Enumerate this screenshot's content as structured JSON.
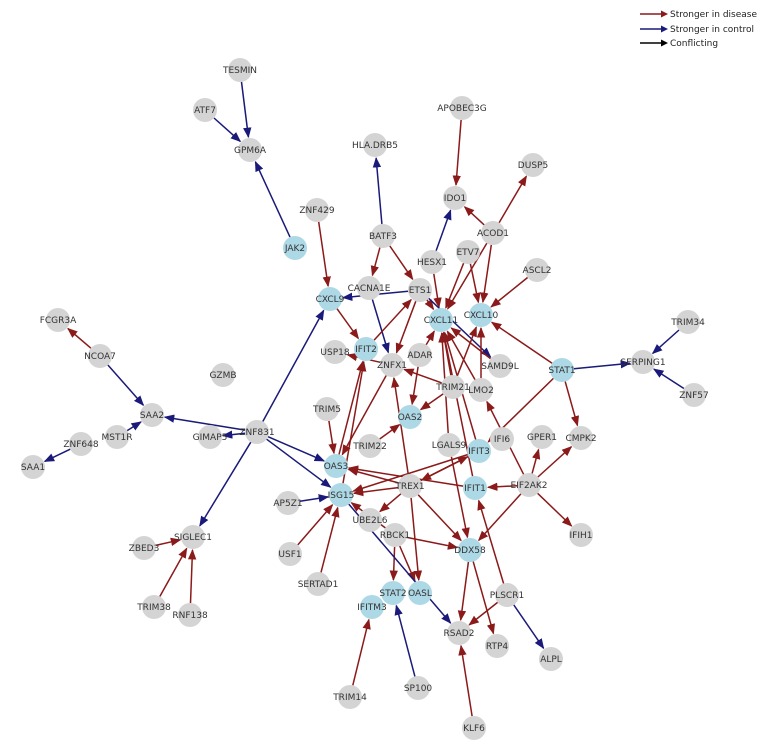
{
  "legend": [
    {
      "label": "Stronger in disease",
      "color": "#8b1a1a"
    },
    {
      "label": "Stronger in control",
      "color": "#1a1a7a"
    },
    {
      "label": "Conflicting",
      "color": "#000000"
    }
  ],
  "colors": {
    "disease": "#8b1a1a",
    "control": "#1a1a7a",
    "conflicting": "#000000",
    "node_default": "#d4d4d4",
    "node_highlight": "#add8e6"
  },
  "nodes": [
    {
      "id": "TESMIN",
      "label": "TESMIN",
      "type": "default"
    },
    {
      "id": "ATF7",
      "label": "ATF7",
      "type": "default"
    },
    {
      "id": "GPM6A",
      "label": "GPM6A",
      "type": "default"
    },
    {
      "id": "APOBEC3G",
      "label": "APOBEC3G",
      "type": "default"
    },
    {
      "id": "DUSP5",
      "label": "DUSP5",
      "type": "default"
    },
    {
      "id": "HLADRB5",
      "label": "HLA.DRB5",
      "type": "default"
    },
    {
      "id": "IDO1",
      "label": "IDO1",
      "type": "default"
    },
    {
      "id": "ZNF429",
      "label": "ZNF429",
      "type": "default"
    },
    {
      "id": "BATF3",
      "label": "BATF3",
      "type": "default"
    },
    {
      "id": "ACOD1",
      "label": "ACOD1",
      "type": "default"
    },
    {
      "id": "JAK2",
      "label": "JAK2",
      "type": "highlight"
    },
    {
      "id": "HESX1",
      "label": "HESX1",
      "type": "default"
    },
    {
      "id": "ETV7",
      "label": "ETV7",
      "type": "default"
    },
    {
      "id": "ASCL2",
      "label": "ASCL2",
      "type": "default"
    },
    {
      "id": "CACNA1E",
      "label": "CACNA1E",
      "type": "default"
    },
    {
      "id": "ETS1",
      "label": "ETS1",
      "type": "default"
    },
    {
      "id": "CXCL9",
      "label": "CXCL9",
      "type": "highlight"
    },
    {
      "id": "CXCL11",
      "label": "CXCL11",
      "type": "highlight"
    },
    {
      "id": "CXCL10",
      "label": "CXCL10",
      "type": "highlight"
    },
    {
      "id": "TRIM34",
      "label": "TRIM34",
      "type": "default"
    },
    {
      "id": "FCGR3A",
      "label": "FCGR3A",
      "type": "default"
    },
    {
      "id": "NCOA7",
      "label": "NCOA7",
      "type": "default"
    },
    {
      "id": "IFIT2",
      "label": "IFIT2",
      "type": "highlight"
    },
    {
      "id": "USP18",
      "label": "USP18",
      "type": "default"
    },
    {
      "id": "ZNFX1",
      "label": "ZNFX1",
      "type": "default"
    },
    {
      "id": "ADAR",
      "label": "ADAR",
      "type": "default"
    },
    {
      "id": "SAMD9L",
      "label": "SAMD9L",
      "type": "default"
    },
    {
      "id": "STAT1",
      "label": "STAT1",
      "type": "highlight"
    },
    {
      "id": "SERPING1",
      "label": "SERPING1",
      "type": "default"
    },
    {
      "id": "GZMB",
      "label": "GZMB",
      "type": "default"
    },
    {
      "id": "TRIM21",
      "label": "TRIM21",
      "type": "default"
    },
    {
      "id": "LMO2",
      "label": "LMO2",
      "type": "default"
    },
    {
      "id": "ZNF57",
      "label": "ZNF57",
      "type": "default"
    },
    {
      "id": "SAA2",
      "label": "SAA2",
      "type": "default"
    },
    {
      "id": "TRIM5",
      "label": "TRIM5",
      "type": "default"
    },
    {
      "id": "OAS2",
      "label": "OAS2",
      "type": "highlight"
    },
    {
      "id": "ZNF831",
      "label": "ZNF831",
      "type": "default"
    },
    {
      "id": "GIMAP5",
      "label": "GIMAP5",
      "type": "default"
    },
    {
      "id": "MST1R",
      "label": "MST1R",
      "type": "default"
    },
    {
      "id": "ZNF648",
      "label": "ZNF648",
      "type": "default"
    },
    {
      "id": "SAA1",
      "label": "SAA1",
      "type": "default"
    },
    {
      "id": "TRIM22",
      "label": "TRIM22",
      "type": "default"
    },
    {
      "id": "LGALS9",
      "label": "LGALS9",
      "type": "default"
    },
    {
      "id": "IFIT3",
      "label": "IFIT3",
      "type": "highlight"
    },
    {
      "id": "IFI6",
      "label": "IFI6",
      "type": "default"
    },
    {
      "id": "GPER1",
      "label": "GPER1",
      "type": "default"
    },
    {
      "id": "CMPK2",
      "label": "CMPK2",
      "type": "default"
    },
    {
      "id": "OAS3",
      "label": "OAS3",
      "type": "highlight"
    },
    {
      "id": "TREX1",
      "label": "TREX1",
      "type": "default"
    },
    {
      "id": "IFIT1",
      "label": "IFIT1",
      "type": "highlight"
    },
    {
      "id": "EIF2AK2",
      "label": "EIF2AK2",
      "type": "default"
    },
    {
      "id": "AP5Z1",
      "label": "AP5Z1",
      "type": "default"
    },
    {
      "id": "ISG15",
      "label": "ISG15",
      "type": "highlight"
    },
    {
      "id": "UBE2L6",
      "label": "UBE2L6",
      "type": "default"
    },
    {
      "id": "RBCK1",
      "label": "RBCK1",
      "type": "default"
    },
    {
      "id": "SIGLEC1",
      "label": "SIGLEC1",
      "type": "default"
    },
    {
      "id": "USF1",
      "label": "USF1",
      "type": "default"
    },
    {
      "id": "IFIH1",
      "label": "IFIH1",
      "type": "default"
    },
    {
      "id": "ZBED3",
      "label": "ZBED3",
      "type": "default"
    },
    {
      "id": "DDX58",
      "label": "DDX58",
      "type": "highlight"
    },
    {
      "id": "SERTAD1",
      "label": "SERTAD1",
      "type": "default"
    },
    {
      "id": "STAT2",
      "label": "STAT2",
      "type": "highlight"
    },
    {
      "id": "OASL",
      "label": "OASL",
      "type": "highlight"
    },
    {
      "id": "PLSCR1",
      "label": "PLSCR1",
      "type": "default"
    },
    {
      "id": "TRIM38",
      "label": "TRIM38",
      "type": "default"
    },
    {
      "id": "RNF138",
      "label": "RNF138",
      "type": "default"
    },
    {
      "id": "IFITM3",
      "label": "IFITM3",
      "type": "highlight"
    },
    {
      "id": "RSAD2",
      "label": "RSAD2",
      "type": "default"
    },
    {
      "id": "RTP4",
      "label": "RTP4",
      "type": "default"
    },
    {
      "id": "ALPL",
      "label": "ALPL",
      "type": "default"
    },
    {
      "id": "SP100",
      "label": "SP100",
      "type": "default"
    },
    {
      "id": "TRIM14",
      "label": "TRIM14",
      "type": "default"
    },
    {
      "id": "KLF6",
      "label": "KLF6",
      "type": "default"
    }
  ],
  "edges": [
    {
      "from": "TESMIN",
      "to": "GPM6A",
      "kind": "control"
    },
    {
      "from": "ATF7",
      "to": "GPM6A",
      "kind": "control"
    },
    {
      "from": "JAK2",
      "to": "GPM6A",
      "kind": "control"
    },
    {
      "from": "APOBEC3G",
      "to": "IDO1",
      "kind": "disease"
    },
    {
      "from": "BATF3",
      "to": "HLADRB5",
      "kind": "control"
    },
    {
      "from": "ZNF429",
      "to": "CXCL9",
      "kind": "disease"
    },
    {
      "from": "BATF3",
      "to": "CACNA1E",
      "kind": "disease"
    },
    {
      "from": "BATF3",
      "to": "ETS1",
      "kind": "disease"
    },
    {
      "from": "HESX1",
      "to": "IDO1",
      "kind": "control"
    },
    {
      "from": "ACOD1",
      "to": "DUSP5",
      "kind": "disease"
    },
    {
      "from": "ACOD1",
      "to": "IDO1",
      "kind": "disease"
    },
    {
      "from": "ACOD1",
      "to": "CXCL10",
      "kind": "disease"
    },
    {
      "from": "ACOD1",
      "to": "CXCL11",
      "kind": "disease"
    },
    {
      "from": "ETV7",
      "to": "CXCL10",
      "kind": "disease"
    },
    {
      "from": "ETV7",
      "to": "CXCL11",
      "kind": "disease"
    },
    {
      "from": "ASCL2",
      "to": "CXCL10",
      "kind": "disease"
    },
    {
      "from": "HESX1",
      "to": "CXCL11",
      "kind": "disease"
    },
    {
      "from": "ETS1",
      "to": "CXCL9",
      "kind": "control"
    },
    {
      "from": "ETS1",
      "to": "CXCL11",
      "kind": "disease"
    },
    {
      "from": "ETS1",
      "to": "SAMD9L",
      "kind": "control"
    },
    {
      "from": "ETS1",
      "to": "ZNFX1",
      "kind": "disease"
    },
    {
      "from": "CXCL9",
      "to": "IFIT2",
      "kind": "disease"
    },
    {
      "from": "TRIM34",
      "to": "SERPING1",
      "kind": "control"
    },
    {
      "from": "ZNF57",
      "to": "SERPING1",
      "kind": "control"
    },
    {
      "from": "STAT1",
      "to": "SERPING1",
      "kind": "control"
    },
    {
      "from": "STAT1",
      "to": "CXCL10",
      "kind": "disease"
    },
    {
      "from": "STAT1",
      "to": "CMPK2",
      "kind": "disease"
    },
    {
      "from": "STAT1",
      "to": "IFIT3",
      "kind": "disease"
    },
    {
      "from": "NCOA7",
      "to": "FCGR3A",
      "kind": "disease"
    },
    {
      "from": "NCOA7",
      "to": "SAA2",
      "kind": "control"
    },
    {
      "from": "MST1R",
      "to": "SAA2",
      "kind": "control"
    },
    {
      "from": "ZNF648",
      "to": "SAA1",
      "kind": "control"
    },
    {
      "from": "ZNF831",
      "to": "SAA2",
      "kind": "control"
    },
    {
      "from": "ZNF831",
      "to": "GIMAP5",
      "kind": "control"
    },
    {
      "from": "ZNF831",
      "to": "CXCL9",
      "kind": "control"
    },
    {
      "from": "ZNF831",
      "to": "OAS3",
      "kind": "control"
    },
    {
      "from": "ZNF831",
      "to": "ISG15",
      "kind": "control"
    },
    {
      "from": "ZNF831",
      "to": "SIGLEC1",
      "kind": "control"
    },
    {
      "from": "CACNA1E",
      "to": "ZNFX1",
      "kind": "control"
    },
    {
      "from": "ADAR",
      "to": "OAS2",
      "kind": "disease"
    },
    {
      "from": "TRIM21",
      "to": "CXCL11",
      "kind": "disease"
    },
    {
      "from": "TRIM21",
      "to": "OAS2",
      "kind": "disease"
    },
    {
      "from": "LMO2",
      "to": "CXCL11",
      "kind": "disease"
    },
    {
      "from": "LMO2",
      "to": "CXCL10",
      "kind": "disease"
    },
    {
      "from": "LGALS9",
      "to": "CXCL11",
      "kind": "disease"
    },
    {
      "from": "IFIT3",
      "to": "CXCL11",
      "kind": "disease"
    },
    {
      "from": "TRIM5",
      "to": "OAS3",
      "kind": "disease"
    },
    {
      "from": "ZNFX1",
      "to": "USP18",
      "kind": "disease"
    },
    {
      "from": "ZNFX1",
      "to": "OAS3",
      "kind": "disease"
    },
    {
      "from": "TRIM22",
      "to": "OAS2",
      "kind": "disease"
    },
    {
      "from": "TREX1",
      "to": "OAS3",
      "kind": "disease"
    },
    {
      "from": "TREX1",
      "to": "ISG15",
      "kind": "disease"
    },
    {
      "from": "TREX1",
      "to": "UBE2L6",
      "kind": "disease"
    },
    {
      "from": "TREX1",
      "to": "IFIT3",
      "kind": "disease"
    },
    {
      "from": "TREX1",
      "to": "ZNFX1",
      "kind": "disease"
    },
    {
      "from": "TREX1",
      "to": "DDX58",
      "kind": "disease"
    },
    {
      "from": "TREX1",
      "to": "OASL",
      "kind": "disease"
    },
    {
      "from": "EIF2AK2",
      "to": "IFIT1",
      "kind": "disease"
    },
    {
      "from": "EIF2AK2",
      "to": "GPER1",
      "kind": "disease"
    },
    {
      "from": "EIF2AK2",
      "to": "CMPK2",
      "kind": "disease"
    },
    {
      "from": "EIF2AK2",
      "to": "IFIH1",
      "kind": "disease"
    },
    {
      "from": "EIF2AK2",
      "to": "LMO2",
      "kind": "disease"
    },
    {
      "from": "EIF2AK2",
      "to": "DDX58",
      "kind": "disease"
    },
    {
      "from": "IFIT1",
      "to": "OAS3",
      "kind": "disease"
    },
    {
      "from": "IFIT1",
      "to": "CXCL11",
      "kind": "disease"
    },
    {
      "from": "AP5Z1",
      "to": "ISG15",
      "kind": "control"
    },
    {
      "from": "USF1",
      "to": "ISG15",
      "kind": "disease"
    },
    {
      "from": "SERTAD1",
      "to": "ISG15",
      "kind": "disease"
    },
    {
      "from": "RBCK1",
      "to": "ISG15",
      "kind": "disease"
    },
    {
      "from": "RBCK1",
      "to": "DDX58",
      "kind": "disease"
    },
    {
      "from": "RBCK1",
      "to": "STAT2",
      "kind": "disease"
    },
    {
      "from": "RBCK1",
      "to": "OASL",
      "kind": "disease"
    },
    {
      "from": "ISG15",
      "to": "RSAD2",
      "kind": "control"
    },
    {
      "from": "ZBED3",
      "to": "SIGLEC1",
      "kind": "disease"
    },
    {
      "from": "TRIM38",
      "to": "SIGLEC1",
      "kind": "disease"
    },
    {
      "from": "RNF138",
      "to": "SIGLEC1",
      "kind": "disease"
    },
    {
      "from": "DDX58",
      "to": "RSAD2",
      "kind": "disease"
    },
    {
      "from": "DDX58",
      "to": "RTP4",
      "kind": "disease"
    },
    {
      "from": "PLSCR1",
      "to": "RSAD2",
      "kind": "disease"
    },
    {
      "from": "PLSCR1",
      "to": "ALPL",
      "kind": "control"
    },
    {
      "from": "PLSCR1",
      "to": "IFIT1",
      "kind": "disease"
    },
    {
      "from": "SP100",
      "to": "STAT2",
      "kind": "control"
    },
    {
      "from": "TRIM14",
      "to": "IFITM3",
      "kind": "disease"
    },
    {
      "from": "KLF6",
      "to": "RSAD2",
      "kind": "disease"
    },
    {
      "from": "IFIT2",
      "to": "ETS1",
      "kind": "disease"
    },
    {
      "from": "ISG15",
      "to": "IFIT2",
      "kind": "disease"
    },
    {
      "from": "TRIM21",
      "to": "ZNFX1",
      "kind": "disease"
    },
    {
      "from": "LGALS9",
      "to": "DDX58",
      "kind": "disease"
    },
    {
      "from": "IFIT3",
      "to": "ISG15",
      "kind": "disease"
    },
    {
      "from": "TRIM21",
      "to": "CXCL10",
      "kind": "disease"
    },
    {
      "from": "SAMD9L",
      "to": "CXCL11",
      "kind": "disease"
    },
    {
      "from": "ADAR",
      "to": "CXCL11",
      "kind": "disease"
    },
    {
      "from": "IFIT3",
      "to": "TREX1",
      "kind": "disease"
    },
    {
      "from": "OAS3",
      "to": "IFIT2",
      "kind": "disease"
    }
  ]
}
